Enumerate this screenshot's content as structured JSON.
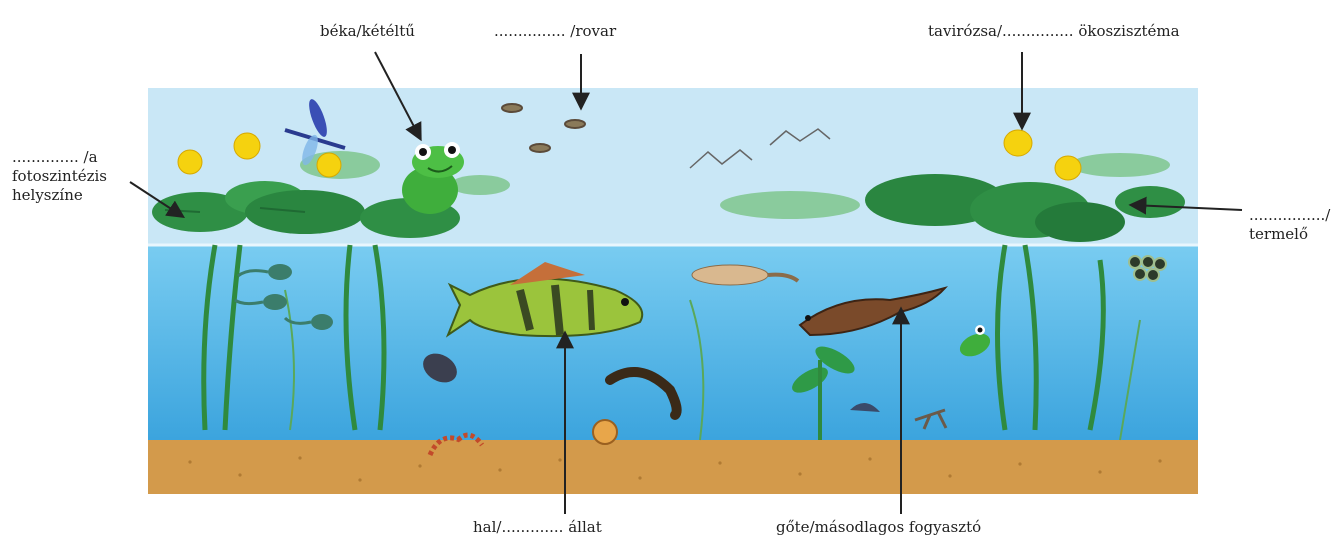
{
  "colors": {
    "sky": "#c6e6f5",
    "water_top": "#6cc7ef",
    "water_bottom": "#3da6df",
    "sediment": "#d49a4a",
    "leaf": "#2f8f45",
    "arrow": "#222222"
  },
  "labels": {
    "frog": "béka/kétéltű",
    "insect": "............... /rovar",
    "waterlily": "tavirózsa/............... ökoszisztéma",
    "photosynthesis": [
      ".............. /a",
      "fotoszintézis",
      "helyszíne"
    ],
    "producer": [
      "................/",
      "termelő"
    ],
    "fish": "hal/............. állat",
    "newt": "gőte/másodlagos fogyasztó"
  }
}
